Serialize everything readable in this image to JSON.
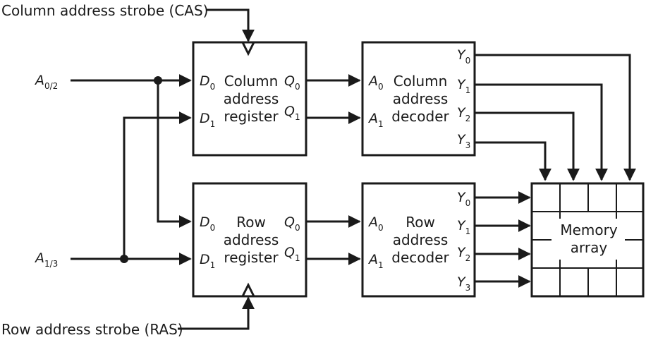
{
  "signals": {
    "cas": "Column address strobe (CAS)",
    "ras": "Row address strobe (RAS)",
    "a02": {
      "base": "A",
      "sub": "0/2"
    },
    "a13": {
      "base": "A",
      "sub": "1/3"
    }
  },
  "column_register": {
    "title": [
      "Column",
      "address",
      "register"
    ],
    "inputs": [
      {
        "base": "D",
        "sub": "0"
      },
      {
        "base": "D",
        "sub": "1"
      }
    ],
    "outputs": [
      {
        "base": "Q",
        "sub": "0"
      },
      {
        "base": "Q",
        "sub": "1"
      }
    ]
  },
  "row_register": {
    "title": [
      "Row",
      "address",
      "register"
    ],
    "inputs": [
      {
        "base": "D",
        "sub": "0"
      },
      {
        "base": "D",
        "sub": "1"
      }
    ],
    "outputs": [
      {
        "base": "Q",
        "sub": "0"
      },
      {
        "base": "Q",
        "sub": "1"
      }
    ]
  },
  "column_decoder": {
    "title": [
      "Column",
      "address",
      "decoder"
    ],
    "inputs": [
      {
        "base": "A",
        "sub": "0"
      },
      {
        "base": "A",
        "sub": "1"
      }
    ],
    "outputs": [
      {
        "base": "Y",
        "sub": "0"
      },
      {
        "base": "Y",
        "sub": "1"
      },
      {
        "base": "Y",
        "sub": "2"
      },
      {
        "base": "Y",
        "sub": "3"
      }
    ]
  },
  "row_decoder": {
    "title": [
      "Row",
      "address",
      "decoder"
    ],
    "inputs": [
      {
        "base": "A",
        "sub": "0"
      },
      {
        "base": "A",
        "sub": "1"
      }
    ],
    "outputs": [
      {
        "base": "Y",
        "sub": "0"
      },
      {
        "base": "Y",
        "sub": "1"
      },
      {
        "base": "Y",
        "sub": "2"
      },
      {
        "base": "Y",
        "sub": "3"
      }
    ]
  },
  "memory": {
    "title": [
      "Memory",
      "array"
    ],
    "rows": 4,
    "cols": 4
  }
}
